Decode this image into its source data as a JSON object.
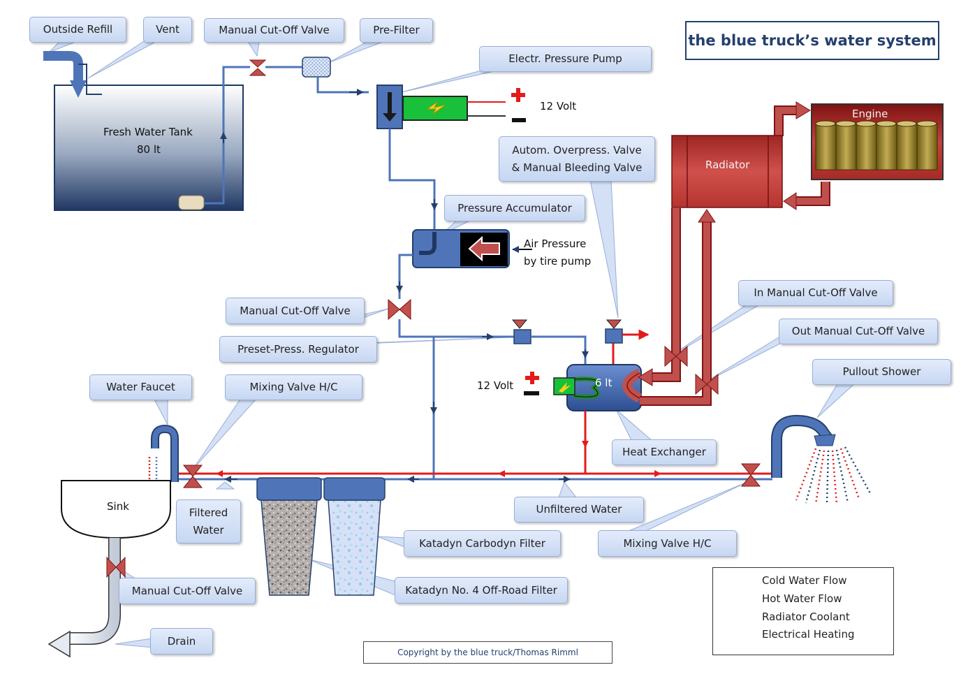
{
  "title": "the blue truck’s water system",
  "callouts": {
    "outside_refill": "Outside Refill",
    "vent": "Vent",
    "manual_cutoff_top": "Manual Cut-Off Valve",
    "pre_filter": "Pre-Filter",
    "electr_pump": "Electr. Pressure  Pump",
    "overpress_line1": "Autom. Overpress.  Valve",
    "overpress_line2": "& Manual Bleeding  Valve",
    "pressure_accumulator": "Pressure  Accumulator",
    "manual_cutoff_mid": "Manual Cut-Off Valve",
    "preset_regulator": "Preset-Press.  Regulator",
    "in_cutoff": "In Manual Cut-Off Valve",
    "out_cutoff": "Out Manual Cut-Off Valve",
    "water_faucet": "Water Faucet",
    "mixing_valve_left": "Mixing Valve H/C",
    "pullout_shower": "Pullout Shower",
    "heat_exchanger": "Heat Exchanger",
    "filtered_line1": "Filtered",
    "filtered_line2": "Water",
    "unfiltered": "Unfiltered Water",
    "carbodyn": "Katadyn Carbodyn Filter",
    "mixing_valve_right": "Mixing Valve H/C",
    "manual_cutoff_drain": "Manual Cut-Off Valve",
    "offroad_filter": "Katadyn No. 4 Off-Road Filter",
    "drain": "Drain"
  },
  "labels": {
    "tank_line1": "Fresh Water Tank",
    "tank_line2": "80 lt",
    "volt_pump": "12 Volt",
    "volt_heater": "12 Volt",
    "air_line1": "Air Pressure",
    "air_line2": "by tire pump",
    "engine": "Engine",
    "radiator": "Radiator",
    "heat_exchanger_volume": "6 lt",
    "sink": "Sink"
  },
  "legend": {
    "cold": "Cold Water Flow",
    "hot": "Hot Water Flow",
    "coolant": "Radiator Coolant",
    "heating": "Electrical Heating"
  },
  "colors": {
    "cold": "#4f75b8",
    "hot": "#e31b1b",
    "coolant": "#c0504d",
    "heating": "#1c8a2a",
    "callout_fill": "#d3e0f6",
    "title": "#24406d"
  },
  "copyright": "Copyright by the blue truck/Thomas Rimml"
}
